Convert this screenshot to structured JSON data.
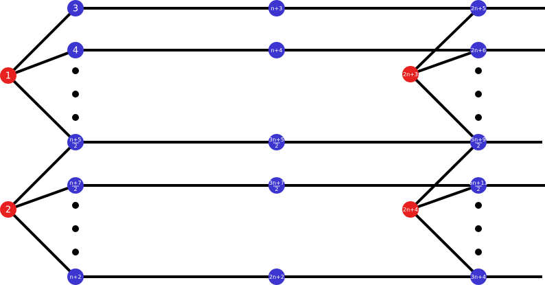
{
  "colors": {
    "hub": "#e82020",
    "node": "#3c35cf",
    "edge": "#000000",
    "background": "#ffffff"
  },
  "nodes": {
    "n1": {
      "label": "1",
      "kind": "hub"
    },
    "n2": {
      "label": "2",
      "kind": "hub"
    },
    "n3": {
      "label": "3",
      "kind": "node"
    },
    "n4": {
      "label": "4",
      "kind": "node"
    },
    "nh5": {
      "label": "",
      "frac": [
        "n+5",
        "2"
      ],
      "kind": "node"
    },
    "nh7": {
      "label": "",
      "frac": [
        "n+7",
        "2"
      ],
      "kind": "node"
    },
    "np2": {
      "label": "n+2",
      "kind": "node"
    },
    "np3": {
      "label": "n+3",
      "kind": "node"
    },
    "np4": {
      "label": "n+4",
      "kind": "node"
    },
    "n3h5": {
      "label": "",
      "frac": [
        "3n+5",
        "2"
      ],
      "kind": "node"
    },
    "n3h7": {
      "label": "",
      "frac": [
        "3n+7",
        "2"
      ],
      "kind": "node"
    },
    "n2p2": {
      "label": "2n+2",
      "kind": "node"
    },
    "n2p3": {
      "label": "2n+3",
      "kind": "hub"
    },
    "n2p4": {
      "label": "2n+4",
      "kind": "hub"
    },
    "n2p5": {
      "label": "2n+5",
      "kind": "node"
    },
    "n2p6": {
      "label": "2n+6",
      "kind": "node"
    },
    "n5h9": {
      "label": "",
      "frac": [
        "5n+9",
        "2"
      ],
      "kind": "node"
    },
    "n5h11": {
      "label": "",
      "frac": [
        "5n+11",
        "2"
      ],
      "kind": "node"
    },
    "n3p4": {
      "label": "3n+4",
      "kind": "node"
    }
  }
}
